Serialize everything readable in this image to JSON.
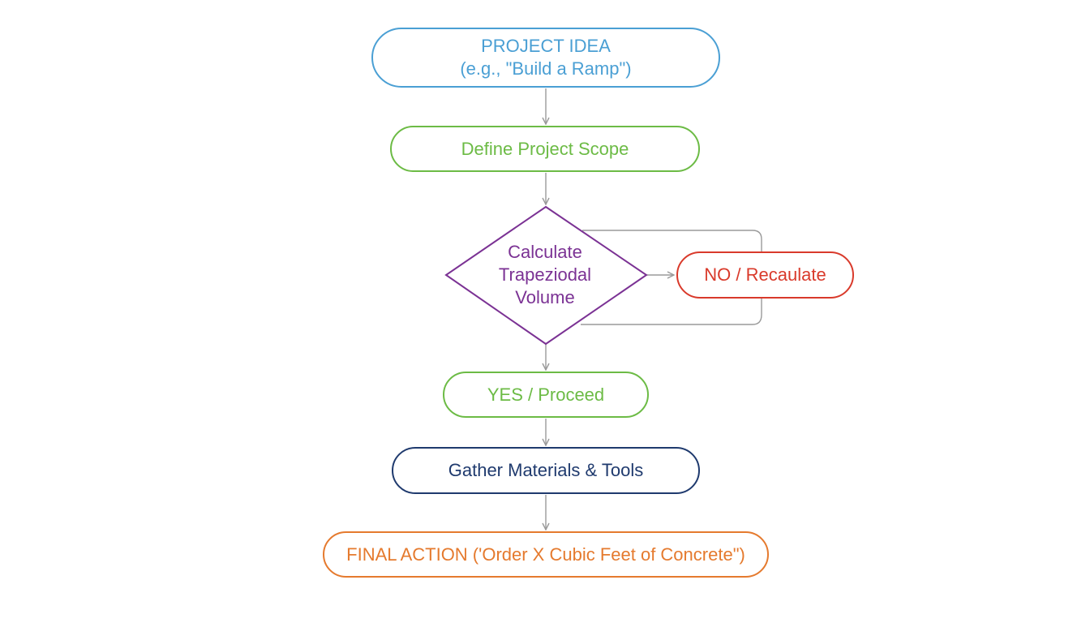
{
  "colors": {
    "idea": "#4a9fd4",
    "scope": "#6cbb45",
    "decision": "#7b3294",
    "no": "#d93a2b",
    "yes": "#6cbb45",
    "gather": "#1f3a6e",
    "final": "#e57a2e",
    "connector": "#9a9a9a"
  },
  "nodes": {
    "idea": {
      "line1": "PROJECT IDEA",
      "line2": "(e.g., \"Build a Ramp\")"
    },
    "scope": {
      "label": "Define Project Scope"
    },
    "decision": {
      "line1": "Calculate",
      "line2": "Trapeziodal",
      "line3": "Volume"
    },
    "no": {
      "label": "NO / Recaulate"
    },
    "yes": {
      "label": "YES / Proceed"
    },
    "gather": {
      "label": "Gather Materials & Tools"
    },
    "final": {
      "label": "FINAL ACTION ('Order X Cubic Feet of Concrete\")"
    }
  }
}
